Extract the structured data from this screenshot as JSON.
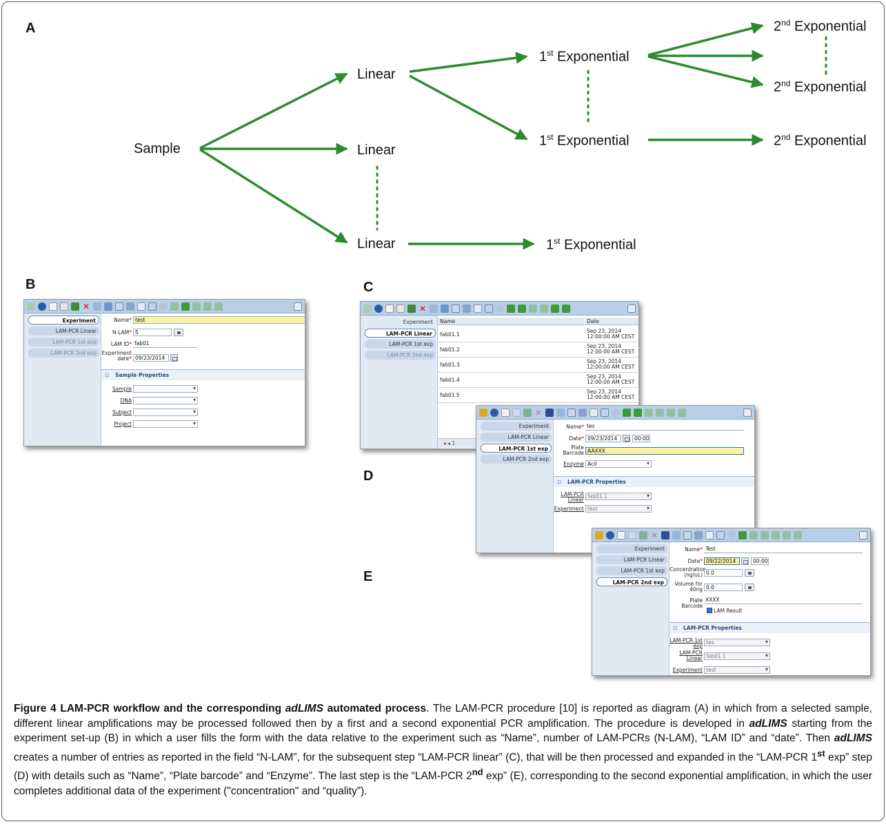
{
  "panels": {
    "a": "A",
    "b": "B",
    "c": "C",
    "d": "D",
    "e": "E"
  },
  "diagram": {
    "sample": "Sample",
    "linear": "Linear",
    "first_exp": "Exponential",
    "first_sup": "st",
    "first_num": "1",
    "second_exp": "Exponential",
    "second_sup": "nd",
    "second_num": "2",
    "arrow_color": "#2c8c2c"
  },
  "app": {
    "toolbar_color": "#b9cfe8",
    "sidebar": {
      "experiment": "Experiment",
      "linear": "LAM-PCR Linear",
      "exp1": "LAM-PCR 1st exp",
      "exp2": "LAM-PCR 2nd exp"
    }
  },
  "window_b": {
    "name_label": "Name",
    "name_value": "test",
    "nlam_label": "N-LAM",
    "nlam_value": "5",
    "lamid_label": "LAM ID",
    "lamid_value": "fab01",
    "date_label": "Experiment date",
    "date_value": "09/23/2014",
    "section": "Sample Properties",
    "sample_label": "Sample",
    "dna_label": "DNA",
    "subject_label": "Subject",
    "project_label": "Project"
  },
  "window_c": {
    "col_name": "Name",
    "col_date": "Date",
    "rows": [
      {
        "name": "fab01.1",
        "date1": "Sep 23, 2014",
        "date2": "12:00:00 AM CEST"
      },
      {
        "name": "fab01.2",
        "date1": "Sep 23, 2014",
        "date2": "12:00:00 AM CEST"
      },
      {
        "name": "fab01.3",
        "date1": "Sep 23, 2014",
        "date2": "12:00:00 AM CEST"
      },
      {
        "name": "fab01.4",
        "date1": "Sep 23, 2014",
        "date2": "12:00:00 AM CEST"
      },
      {
        "name": "fab01.5",
        "date1": "Sep 23, 2014",
        "date2": "12:00:00 AM CEST"
      }
    ],
    "pager": "1"
  },
  "window_d": {
    "name_label": "Name",
    "name_value": "tes",
    "date_label": "Date",
    "date_value": "09/23/2014",
    "time_value": "00:00",
    "plate_label": "Plate Barcode",
    "plate_value": "AAXXX",
    "enzyme_label": "Enzyme",
    "enzyme_value": "AciI",
    "section": "LAM-PCR Properties",
    "linear_label": "LAM-PCR Linear",
    "linear_value": "fab01.1",
    "experiment_label": "Experiment",
    "experiment_value": "test"
  },
  "window_e": {
    "name_label": "Name",
    "name_value": "Test",
    "date_label": "Date",
    "date_value": "09/22/2014",
    "time_value": "00:00",
    "conc_label": "Concentration (ng/uL)",
    "conc_value": "0.0",
    "vol_label": "Volume for 40ng",
    "vol_value": "0.0",
    "plate_label": "Plate Barcode",
    "plate_value": "XXXX",
    "lam_result": "LAM Result",
    "section": "LAM-PCR Properties",
    "exp1_label": "LAM-PCR 1st exp",
    "exp1_value": "tes",
    "linear_label": "LAM-PCR Linear",
    "linear_value": "fab01.1",
    "experiment_label": "Experiment",
    "experiment_value": "test"
  },
  "caption": {
    "title": "Figure 4 LAM-PCR workflow and the corresponding ",
    "title_app": "adLIMS",
    "title_end": " automated process",
    "p1": ". The LAM-PCR procedure [10] is reported as diagram (A) in which from a selected sample, different linear amplifications may be processed followed then by a first and a second exponential PCR amplification. The procedure is developed in ",
    "app": "adLIMS",
    "p2": " starting from the experiment set-up (B) in which a user fills the form with the data relative to the experiment such as “Name”, number of LAM-PCRs (N-LAM), “LAM ID” and “date”. Then ",
    "p3": " creates a number of entries as reported in the field “N-LAM”, for the subsequent step “LAM-PCR linear” (C), that will be then processed and expanded in the “LAM-PCR 1",
    "sup1": "st",
    "p4": " exp” step (D) with details such as “Name”, “Plate barcode” and “Enzyme”. The last step is the “LAM-PCR 2",
    "sup2": "nd",
    "p5": " exp” (E), corresponding to the second exponential amplification, in which the user completes additional data of the experiment (\"concentration\" and “quality”)."
  }
}
